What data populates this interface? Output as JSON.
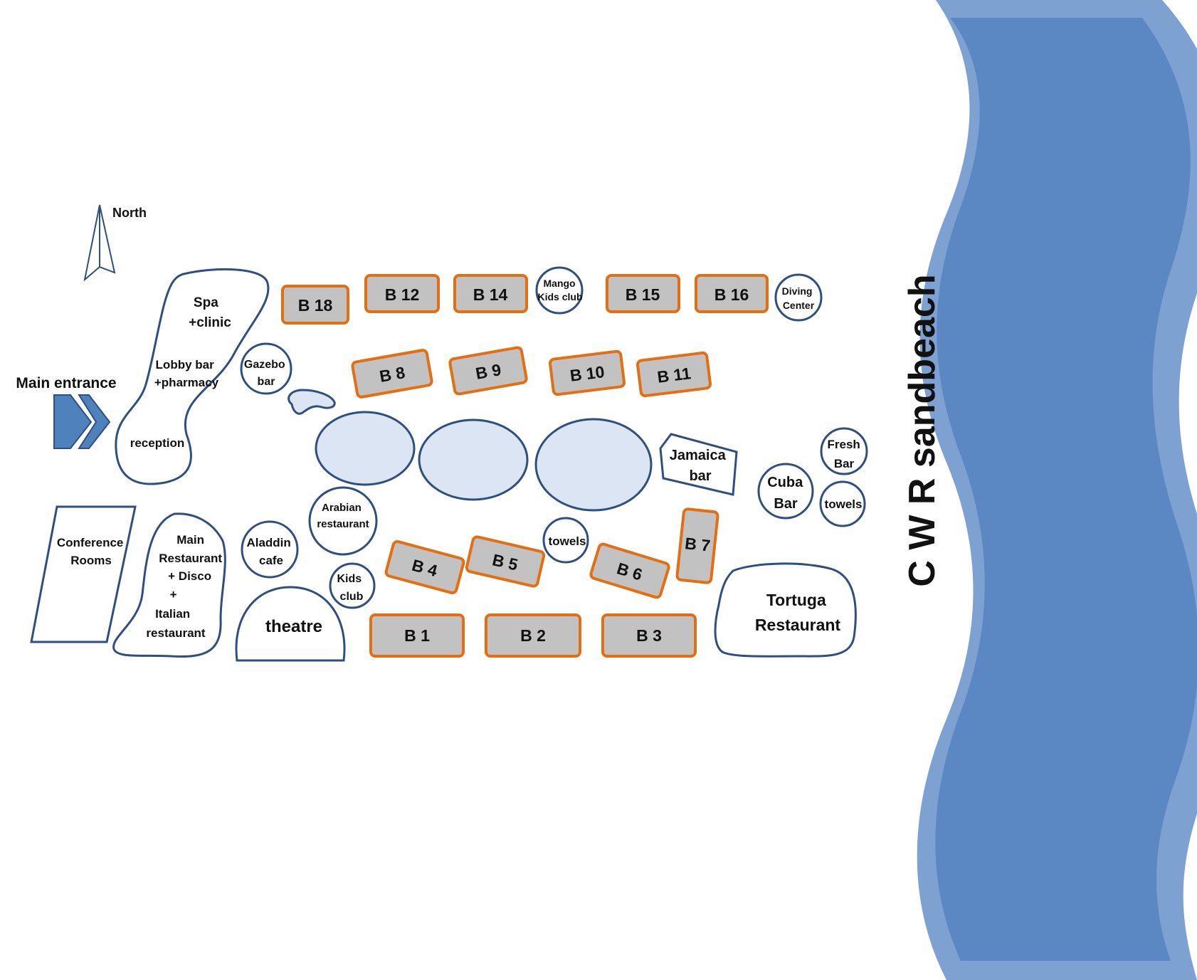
{
  "labels": {
    "north": "North",
    "main_entrance": "Main entrance",
    "beach": "C W R sandbeach",
    "spa": [
      "Spa",
      "+clinic"
    ],
    "lobby": [
      "Lobby bar",
      "+pharmacy"
    ],
    "reception": "reception",
    "gazebo": [
      "Gazebo",
      "bar"
    ],
    "mango": [
      "Mango",
      "Kids club"
    ],
    "diving": [
      "Diving",
      "Center"
    ],
    "jamaica": [
      "Jamaica",
      "bar"
    ],
    "fresh": [
      "Fresh",
      "Bar"
    ],
    "cuba": [
      "Cuba",
      "Bar"
    ],
    "towels_right": "towels",
    "towels_mid": "towels",
    "arabian": [
      "Arabian",
      "restaurant"
    ],
    "aladdin": [
      "Aladdin",
      "cafe"
    ],
    "kids": [
      "Kids",
      "club"
    ],
    "conference": [
      "Conference",
      "Rooms"
    ],
    "main_restaurant": [
      "Main",
      "Restaurant",
      "+ Disco",
      "+",
      "Italian",
      "restaurant"
    ],
    "theatre": "theatre",
    "tortuga": [
      "Tortuga",
      "Restaurant"
    ]
  },
  "buildings": {
    "b1": "B 1",
    "b2": "B 2",
    "b3": "B 3",
    "b4": "B 4",
    "b5": "B 5",
    "b6": "B 6",
    "b7": "B 7",
    "b8": "B 8",
    "b9": "B 9",
    "b10": "B 10",
    "b11": "B 11",
    "b12": "B 12",
    "b14": "B 14",
    "b15": "B 15",
    "b16": "B 16",
    "b18": "B 18"
  },
  "colors": {
    "sea_light": "#7da1d1",
    "sea_dark": "#5b88c2",
    "outline": "#2f4f7f",
    "building_fill": "#c2c2c2",
    "building_border": "#e46f12",
    "pool_fill": "#dbe5f3",
    "arrow": "#4f81bd"
  },
  "icons": [
    "north-arrow-icon",
    "entrance-chevron-icon"
  ]
}
